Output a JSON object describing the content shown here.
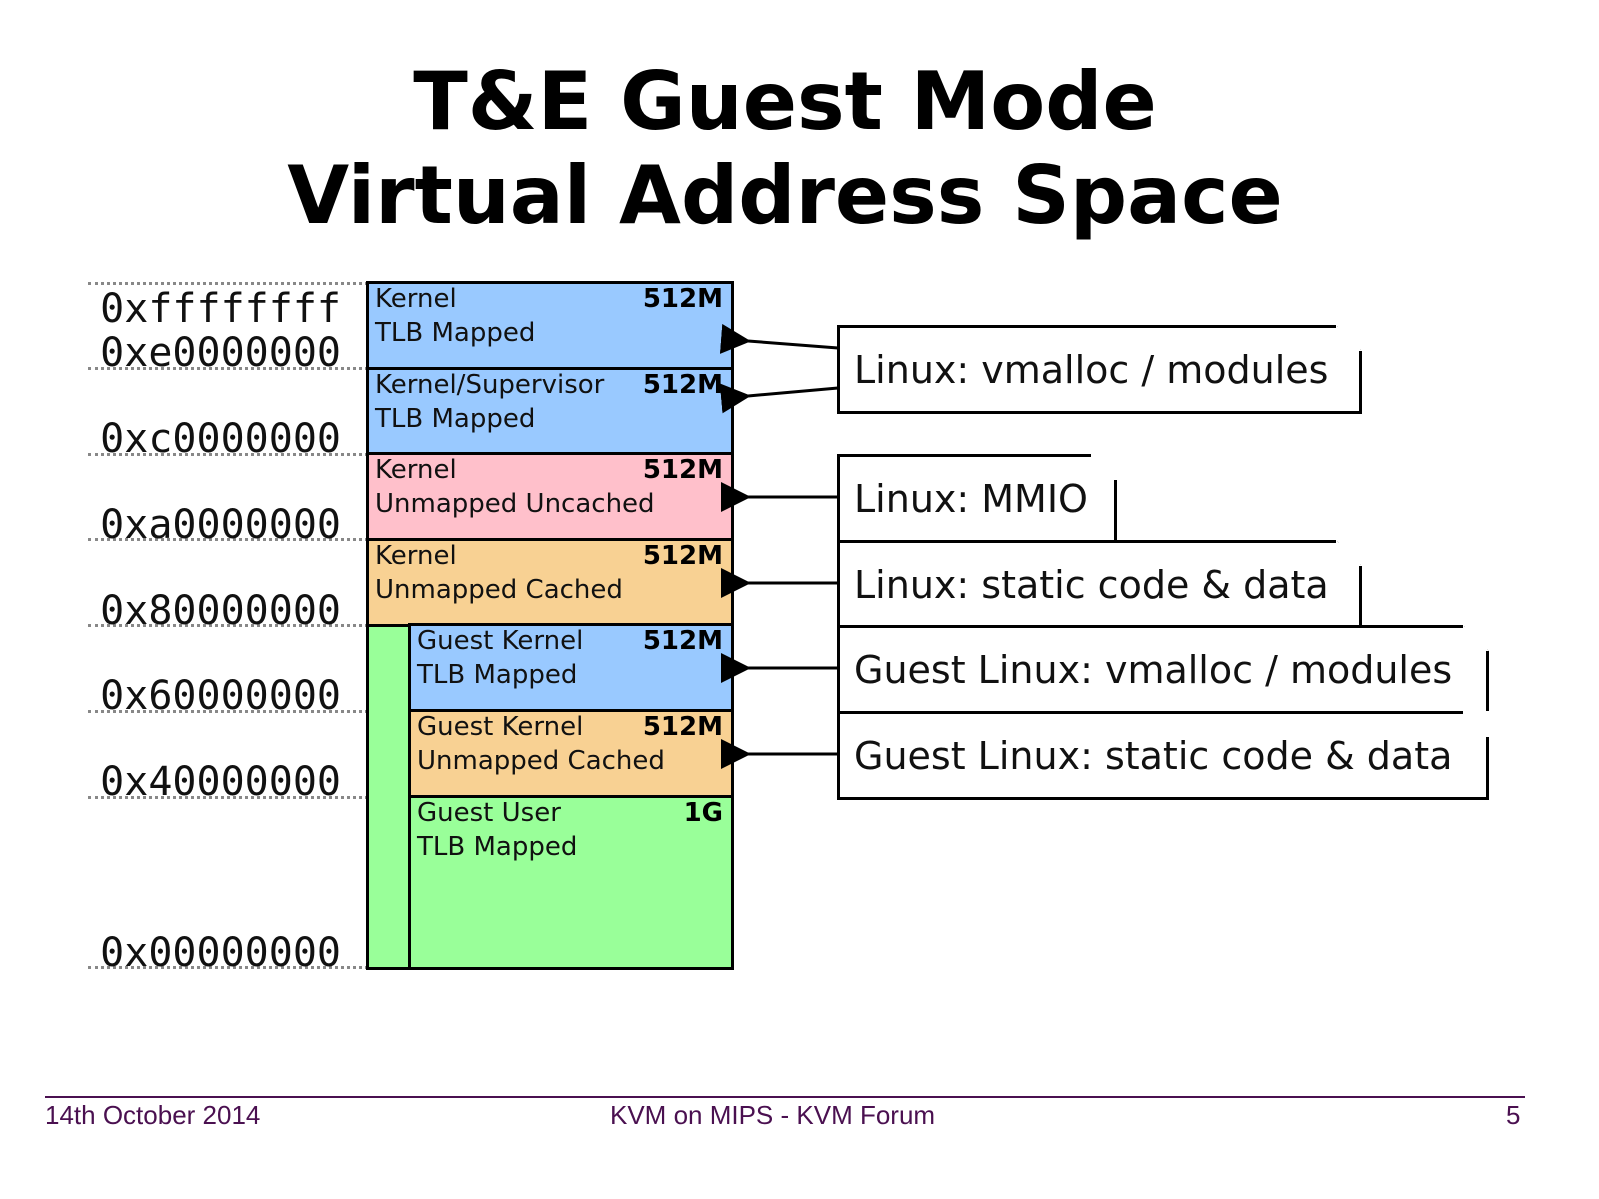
{
  "title": {
    "line1": "T&E Guest Mode",
    "line2": "Virtual Address Space"
  },
  "addresses": [
    "0xffffffff",
    "0xe0000000",
    "0xc0000000",
    "0xa0000000",
    "0x80000000",
    "0x60000000",
    "0x40000000",
    "0x00000000"
  ],
  "segments": [
    {
      "name": "Kernel",
      "desc": "TLB Mapped",
      "size": "512M",
      "color": "#99c9ff"
    },
    {
      "name": "Kernel/Supervisor",
      "desc": "TLB Mapped",
      "size": "512M",
      "color": "#99c9ff"
    },
    {
      "name": "Kernel",
      "desc": "Unmapped Uncached",
      "size": "512M",
      "color": "#ffc0cb"
    },
    {
      "name": "Kernel",
      "desc": "Unmapped Cached",
      "size": "512M",
      "color": "#f8d193"
    },
    {
      "name": "Guest Kernel",
      "desc": "TLB Mapped",
      "size": "512M",
      "color": "#99c9ff"
    },
    {
      "name": "Guest Kernel",
      "desc": "Unmapped Cached",
      "size": "512M",
      "color": "#f8d193"
    },
    {
      "name": "Guest User",
      "desc": "TLB Mapped",
      "size": "1G",
      "color": "#99ff99"
    }
  ],
  "notes": [
    "Linux: vmalloc / modules",
    "Linux: MMIO",
    "Linux: static code & data",
    "Guest Linux: vmalloc / modules",
    "Guest Linux: static code & data"
  ],
  "footer": {
    "date": "14th October 2014",
    "event": "KVM on MIPS - KVM Forum",
    "page": "5"
  }
}
